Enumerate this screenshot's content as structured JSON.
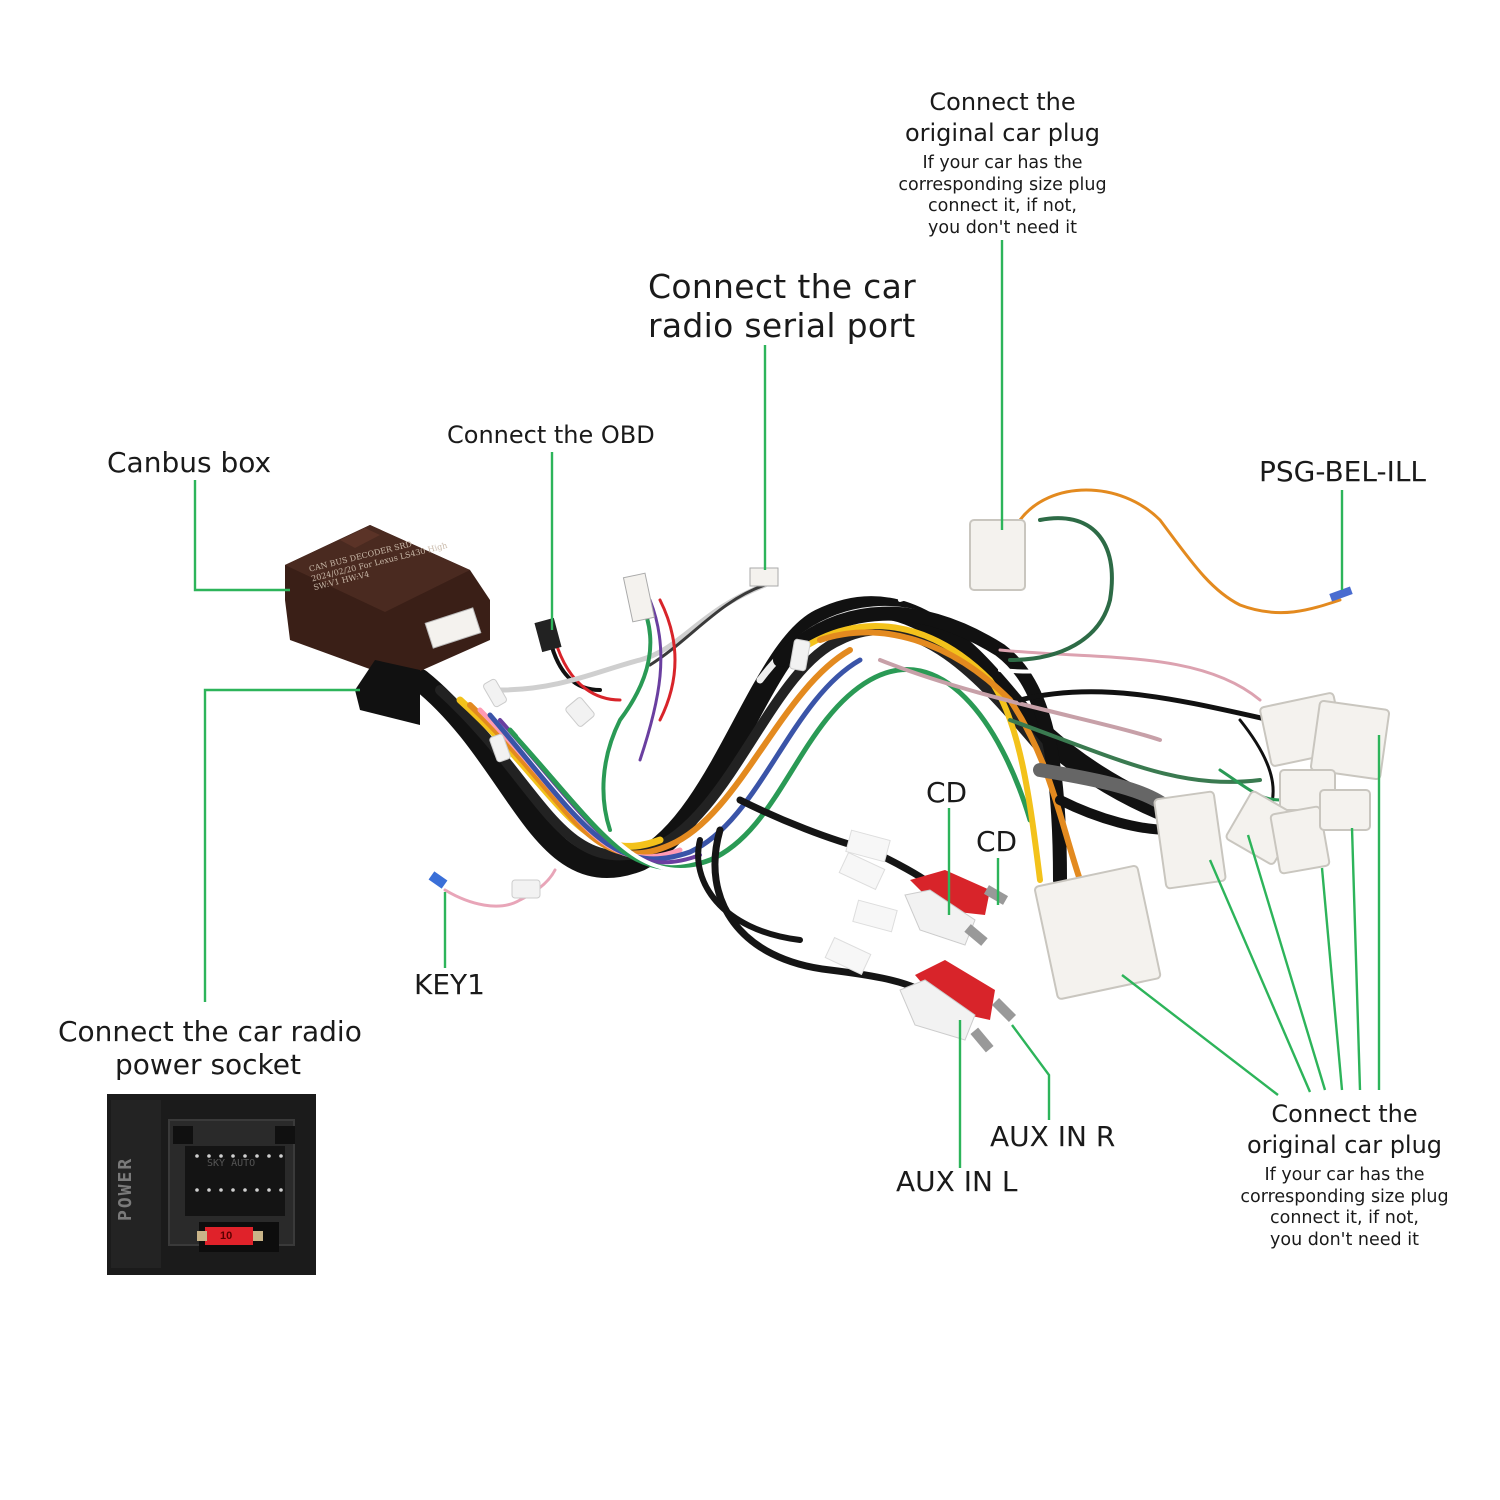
{
  "labels": {
    "original_plug_top": {
      "title": [
        "Connect the",
        "original car plug"
      ],
      "note": [
        "If your car has the",
        "corresponding size plug",
        "connect it, if not,",
        "you don't need it"
      ]
    },
    "serial_port": [
      "Connect the car",
      "radio  serial port"
    ],
    "obd": "Connect the OBD",
    "canbus_box": "Canbus box",
    "psg_bel_ill": "PSG-BEL-ILL",
    "power_socket": [
      "Connect the car radio",
      "power socket"
    ],
    "key1": "KEY1",
    "cd_1": "CD",
    "cd_2": "CD",
    "aux_in_r": "AUX IN R",
    "aux_in_l": "AUX IN L",
    "original_plug_bottom": {
      "title": [
        "Connect the",
        "original car plug"
      ],
      "note": [
        "If your car has the",
        "corresponding size plug",
        "connect it, if not,",
        "you don't need it"
      ]
    }
  },
  "canbus_box_print": [
    "CAN BUS DECODER",
    "SRD 2024/02/20",
    "For Lexus LS430 High",
    "SW:V1   HW:V4"
  ],
  "power_photo": {
    "word": "POWER",
    "brand": "SKY AUTO",
    "fuse": "10"
  },
  "colors": {
    "leader_line": "#2db45a",
    "canbus_box": "#3a1f17",
    "connector": "#f4f2ee",
    "rca_red": "#d8242a",
    "rca_white": "#f2f2f2"
  },
  "icons": [
    "canbus-box-icon",
    "wire-harness-icon",
    "rca-plug-icon",
    "connector-plug-icon",
    "power-socket-icon"
  ]
}
